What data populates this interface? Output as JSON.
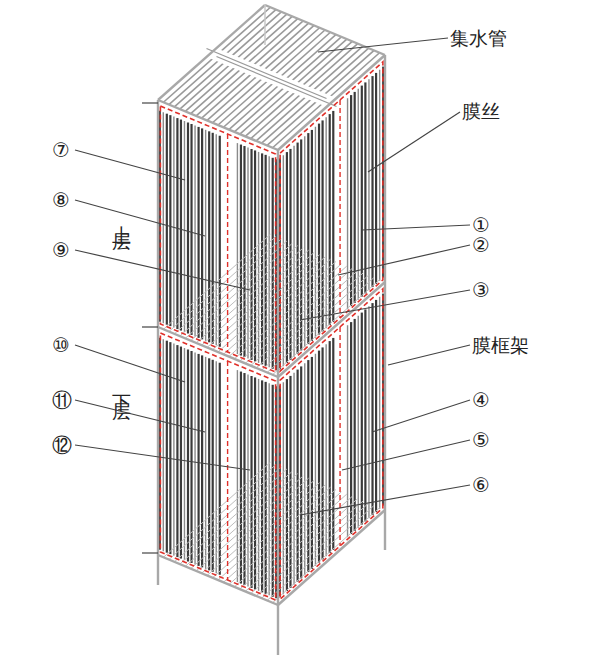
{
  "diagram": {
    "labels": [
      "集水管",
      "膜丝",
      "①",
      "②",
      "③",
      "膜框架",
      "④",
      "⑤",
      "⑥",
      "⑦",
      "⑧",
      "上层",
      "⑨",
      "⑩",
      "⑪",
      "下层",
      "⑫"
    ]
  }
}
